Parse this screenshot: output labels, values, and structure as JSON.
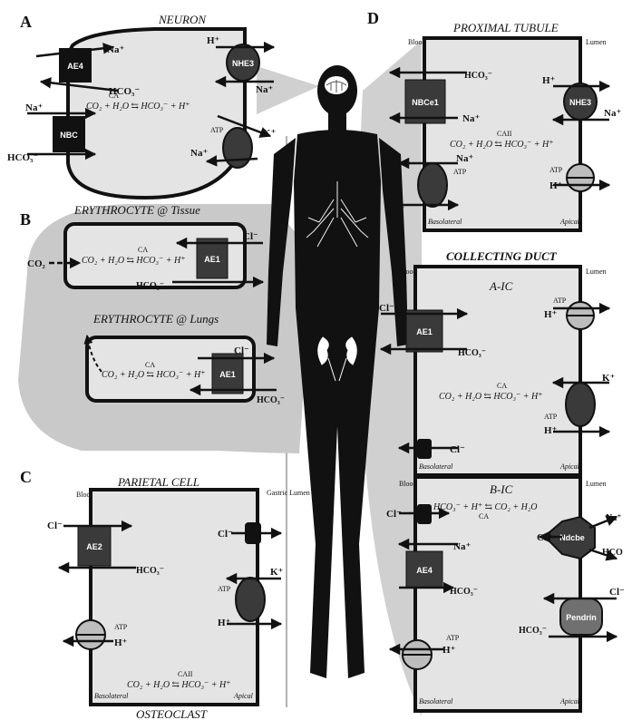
{
  "panels": {
    "a": {
      "letter": "A",
      "title": "NEURON"
    },
    "b": {
      "letter": "B",
      "title_tissue": "ERYTHROCYTE @ Tissue",
      "title_lungs": "ERYTHROCYTE @ Lungs"
    },
    "c": {
      "letter": "C",
      "title": "PARIETAL CELL",
      "bottom_title": "OSTEOCLAST",
      "blood": "Blood",
      "lumen": "Gastric Lumen",
      "basolateral": "Basolateral",
      "apical": "Apical"
    },
    "d": {
      "letter": "D",
      "title_pt": "PROXIMAL TUBULE",
      "title_cd": "COLLECTING DUCT",
      "sub_aic": "A-IC",
      "sub_bic": "B-IC",
      "blood": "Blood",
      "lumen": "Lumen",
      "basolateral": "Basolateral",
      "apical": "Apical"
    }
  },
  "transporters": {
    "ae4": "AE4",
    "nbc": "NBC",
    "nhe3": "NHE3",
    "ae1": "AE1",
    "ae2": "AE2",
    "nbce1": "NBCe1",
    "ndcbe": "Ndcbe",
    "pendrin": "Pendrin"
  },
  "ions": {
    "na": "Na⁺",
    "hco3": "HCO₃⁻",
    "h": "H⁺",
    "k": "K⁺",
    "cl": "Cl⁻",
    "co2": "CO₂",
    "atp": "ATP",
    "hco": "HCO"
  },
  "equations": {
    "main": "CO₂ + H₂O ⇆ HCO₃⁻ + H⁺",
    "ca": "CA",
    "ca2": "CAII",
    "bic": "HCO₃⁻ + H⁺ ⇆ CO₂ + H₂O"
  },
  "colors": {
    "dark": "#111111",
    "cell_fill": "#e4e4e4",
    "shade": "#c9c9c9",
    "pump": "#3a3a3a",
    "atpase": "#bdbdbd"
  }
}
